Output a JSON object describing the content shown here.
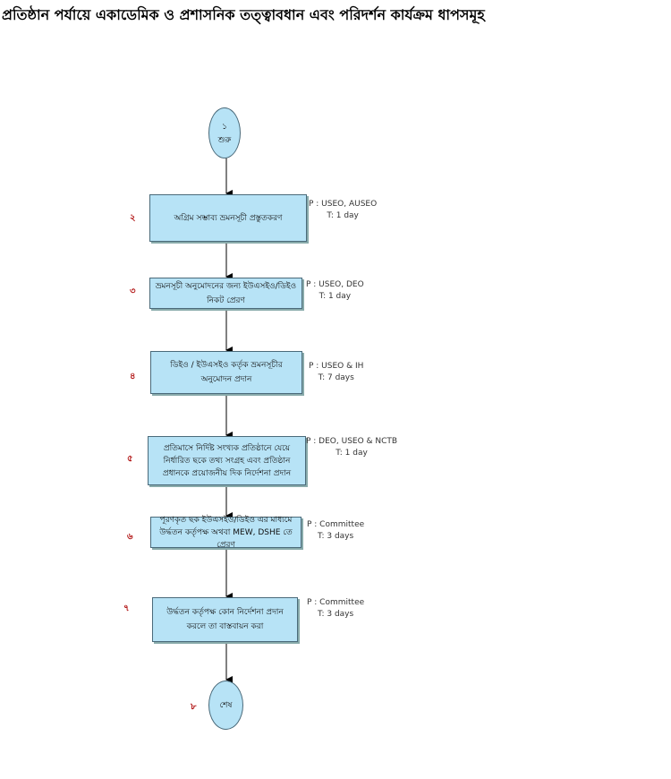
{
  "title": "প্রতিষ্ঠান পর্যায়ে একাডেমিক ও প্রশাসনিক তত্ত্বাবধান এবং পরিদর্শন কার্যক্রম ধাপসমূহ",
  "start": {
    "num": "১",
    "label": "শুরু"
  },
  "steps": [
    {
      "num": "২",
      "text": "অগ্রিম সম্ভাব্য ভ্রমনসূচী প্রস্তুতকরণ",
      "p": "P : USEO, AUSEO",
      "t": "T: 1 day"
    },
    {
      "num": "৩",
      "text": "ভ্রমনসূচী অনুমোদনের জন্য ইউএসইও/ডিইও নিকট প্রেরণ",
      "p": "P : USEO, DEO",
      "t": "T: 1 day"
    },
    {
      "num": "৪",
      "text": "ডিইও / ইউএসইও কর্তৃক ভ্রমনসূচীর অনুমোদন প্রদান",
      "p": "P : USEO & IH",
      "t": "T: 7 days"
    },
    {
      "num": "৫",
      "text": "প্রতিমাসে নির্দিষ্ট সংখ্যক প্রতিষ্ঠানে যেয়ে নির্ধারিত ছকে তথ্য সংগ্রহ এবং প্রতিষ্ঠান প্রধানকে প্রয়োজনীয় দিক নির্দেশনা প্রদান",
      "p": "P : DEO, USEO & NCTB",
      "t": "T: 1 day"
    },
    {
      "num": "৬",
      "text": "পূরণকৃত ছক ইউএসইও/ডিইও এর মাধ্যমে উর্দ্ধতন কর্তৃপক্ষ অথবা MEW, DSHE তে প্রেরণ",
      "p": "P : Committee",
      "t": "T: 3 days"
    },
    {
      "num": "৭",
      "text": "উর্দ্ধতন কর্তৃপক্ষ কোন নির্দেশনা প্রদান করলে তা বাস্তবায়ন করা",
      "p": "P : Committee",
      "t": "T: 3 days"
    }
  ],
  "end": {
    "num": "৮",
    "label": "শেষ"
  }
}
